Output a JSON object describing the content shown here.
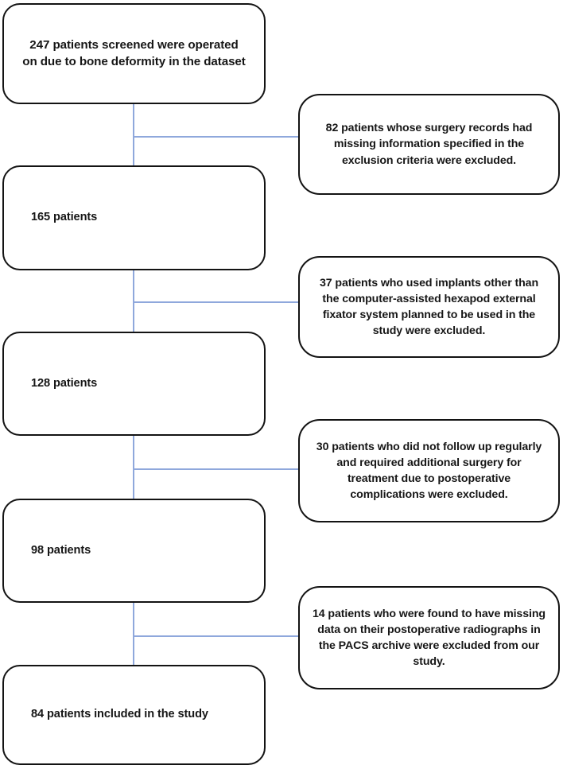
{
  "diagram": {
    "type": "patient-selection-flowchart",
    "connector_color": "#8FA8DC",
    "box_border_color": "#131313",
    "text_color": "#161616",
    "background": "#FFFFFF"
  },
  "main_nodes": [
    {
      "id": "screened",
      "count": 247,
      "text": "247 patients screened were operated on due to bone deformity in the dataset"
    },
    {
      "id": "after-exclusion-1",
      "count": 165,
      "text": "165 patients"
    },
    {
      "id": "after-exclusion-2",
      "count": 128,
      "text": "128 patients"
    },
    {
      "id": "after-exclusion-3",
      "count": 98,
      "text": "98 patients"
    },
    {
      "id": "included",
      "count": 84,
      "text": "84 patients included in the study"
    }
  ],
  "exclusion_nodes": [
    {
      "id": "exclusion-1",
      "count": 82,
      "text": "82 patients whose surgery records had missing information specified in the exclusion criteria were excluded."
    },
    {
      "id": "exclusion-2",
      "count": 37,
      "text": "37 patients who used implants other than the computer-assisted hexapod external fixator system planned to be used in the study were excluded."
    },
    {
      "id": "exclusion-3",
      "count": 30,
      "text": "30 patients who did not follow up regularly and required additional surgery for treatment due to postoperative complications were excluded."
    },
    {
      "id": "exclusion-4",
      "count": 14,
      "text": "14 patients who were found to have missing data on their postoperative radiographs in the PACS archive were excluded from our study."
    }
  ]
}
